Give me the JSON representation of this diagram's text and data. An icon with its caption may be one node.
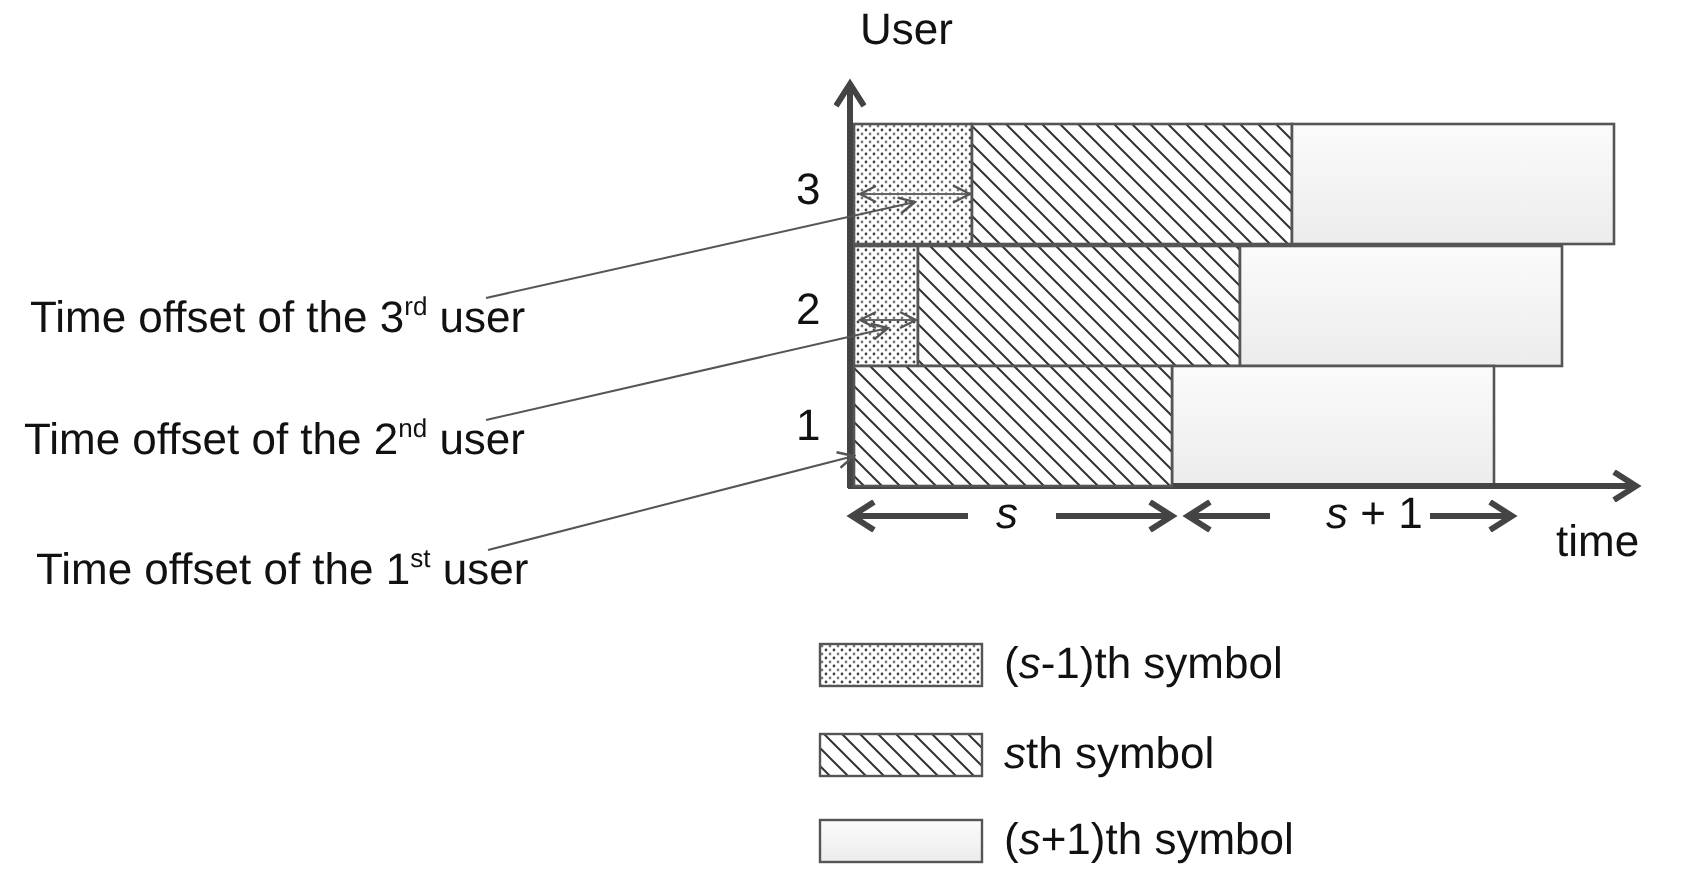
{
  "diagram": {
    "nodes": [
      {
        "text": [
          "Time offset of the 3$^{rd}$ user"
        ]
      },
      {
        "text": [
          "Time offset of the 2$^{nd}$ user"
        ]
      },
      {
        "text": [
          "Time offset of the 1$^{st}$ user"
        ]
      },
      {
        "text": [],
        "shape": "arrow"
      },
      {
        "text": [],
        "shape": "arrow"
      },
      {
        "text": [],
        "shape": "box"
      }
    ],
    "edges": [
      {
        "from": 0,
        "to": 3,
        "arrow": "to"
      },
      {
        "from": 1,
        "to": 4,
        "arrow": "to"
      },
      {
        "from": 2,
        "to": 5,
        "arrow": "to"
      }
    ],
    "labels": [
      "User",
      "3",
      "2",
      "1",
      "s",
      "*s* + 1",
      "time"
    ],
    "legend": [
      {
        "text": "(*s*-1)th symbol"
      },
      {
        "text": "sth symbol"
      },
      {
        "text": "(*s*+1)th symbol"
      }
    ]
  }
}
